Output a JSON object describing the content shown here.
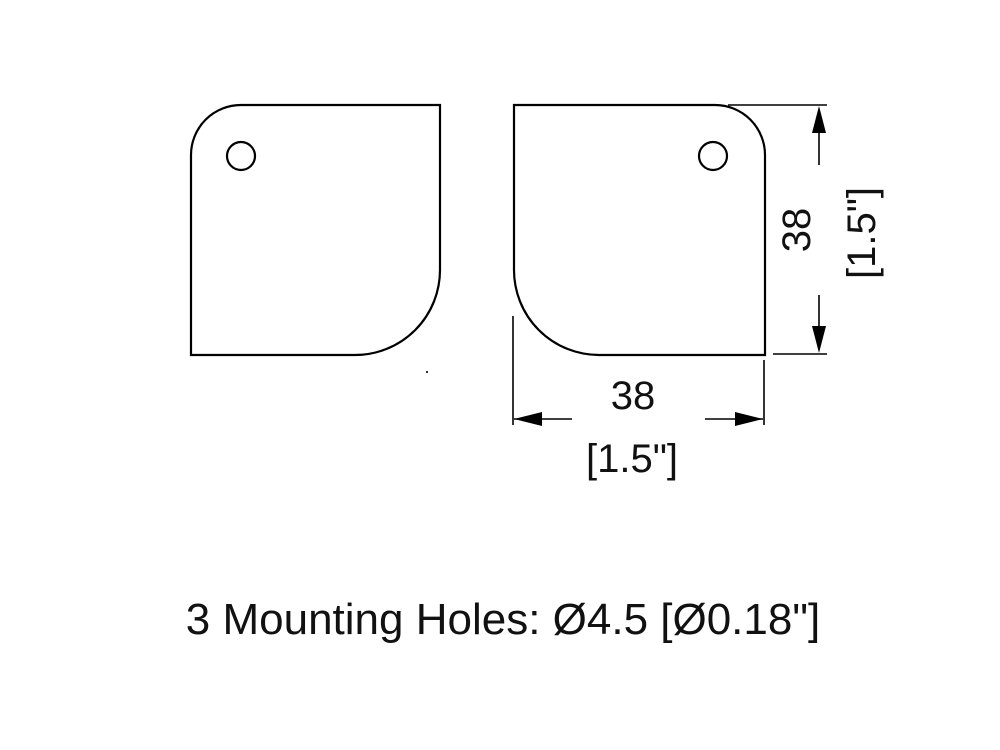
{
  "drawing": {
    "parts": [
      {
        "name": "left-bracket",
        "holes": 1
      },
      {
        "name": "right-bracket",
        "holes": 1
      }
    ],
    "dimensions": {
      "width": {
        "value": "38",
        "imperial": "[1.5\"]"
      },
      "height": {
        "value": "38",
        "imperial": "[1.5\"]"
      }
    },
    "note": "3 Mounting Holes: Ø4.5 [Ø0.18\"]",
    "colors": {
      "line": "#000000",
      "background": "#ffffff"
    }
  }
}
